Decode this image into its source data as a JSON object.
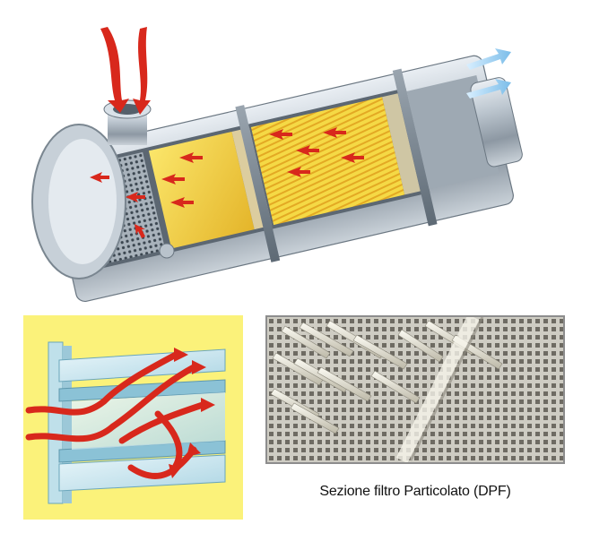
{
  "caption": "Sezione filtro Particolato (DPF)",
  "figures": {
    "main": {
      "icon": "catalytic-converter-cutaway"
    },
    "flow": {
      "icon": "wall-flow-arrows"
    },
    "photo": {
      "icon": "dpf-honeycomb-section"
    }
  },
  "colors": {
    "arrow_red": "#d8281c",
    "exhaust_blue": "#8ac8ee",
    "substrate_yellow": "#f2d23a",
    "panel_yellow": "#fbf27a",
    "steel": "#b9c3cc"
  }
}
